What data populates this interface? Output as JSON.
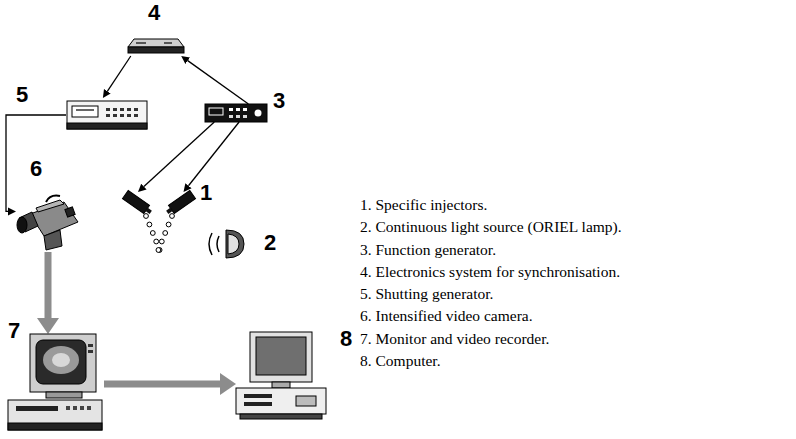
{
  "diagram": {
    "nodes": [
      {
        "text": [
          "4"
        ]
      },
      {
        "text": [
          "5"
        ]
      },
      {
        "text": [
          "3"
        ]
      },
      {
        "text": [
          "6"
        ]
      },
      {
        "text": [
          "1"
        ]
      },
      {
        "text": [
          "2"
        ]
      },
      {
        "text": [
          "7"
        ]
      },
      {
        "text": [
          "8"
        ]
      }
    ],
    "edges": [
      {
        "from": 2,
        "to": 0,
        "arrow": "to"
      },
      {
        "from": 0,
        "to": 1,
        "arrow": "to"
      },
      {
        "from": 2,
        "to": 4,
        "arrow": "to"
      },
      {
        "from": 2,
        "to": 4,
        "arrow": "to"
      },
      {
        "from": 1,
        "to": 3,
        "arrow": "to"
      },
      {
        "from": 3,
        "to": 6,
        "arrow": "to"
      },
      {
        "from": 6,
        "to": 7,
        "arrow": "to"
      }
    ],
    "labels": [
      "1. Specific injectors.",
      "2. Continuous light source (ORIEL lamp).",
      "3. Function generator.",
      "4. Electronics system for synchronisation.",
      "5. Shutting generator.",
      "6. Intensified video camera.",
      "7. Monitor and video recorder.",
      "8. Computer."
    ]
  }
}
